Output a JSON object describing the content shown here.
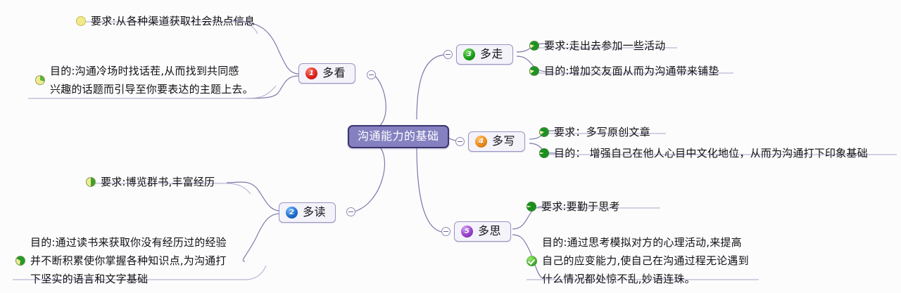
{
  "document": {
    "type": "mind-map",
    "background_color": "#fcfcfd",
    "central_fill": "#8580c0",
    "central_border": "#3c3470",
    "branch_fill": "#f4f3fa",
    "branch_border": "#9a95c4",
    "connector_color": "#7e79a8"
  },
  "central": {
    "label": "沟通能力的基础"
  },
  "branches": [
    {
      "index": "1",
      "label": "多看",
      "badge_color": "#e2241d",
      "toggle": "collapse-toggle",
      "leaves": [
        {
          "icon": "pie-yellow-icon",
          "lines": [
            "要求:从各种渠道获取社会热点信息"
          ]
        },
        {
          "icon": "pie-green-quarter-icon",
          "lines": [
            "目的:沟通冷场时找话茬,从而找到共同感",
            "兴趣的话题而引导至你要表达的主题上去。"
          ]
        }
      ]
    },
    {
      "index": "2",
      "label": "多读",
      "badge_color": "#1f6fd0",
      "toggle": "collapse-toggle",
      "leaves": [
        {
          "icon": "pie-green-half-icon",
          "lines": [
            "要求:博览群书,丰富经历"
          ]
        },
        {
          "icon": "pie-green-three-quarter-icon",
          "lines": [
            "目的:通过读书来获取你没有经历过的经验",
            "并不断积累使你掌握各种知识点,为沟通打",
            "下坚实的语言和文字基础"
          ]
        }
      ]
    },
    {
      "index": "3",
      "label": "多走",
      "badge_color": "#19a21a",
      "toggle": "collapse-toggle",
      "leaves": [
        {
          "icon": "pie-green-mostly-icon",
          "lines": [
            "要求:走出去参加一些活动"
          ]
        },
        {
          "icon": "pie-green-mostly-icon",
          "lines": [
            "目的:增加交友面从而为沟通带来铺垫"
          ]
        }
      ]
    },
    {
      "index": "4",
      "label": "多写",
      "badge_color": "#f08a1a",
      "toggle": "collapse-toggle",
      "leaves": [
        {
          "icon": "pie-green-mostly-icon",
          "lines": [
            "要求：多写原创文章"
          ]
        },
        {
          "icon": "pie-green-full-icon",
          "lines": [
            "目的： 增强自己在他人心目中文化地位，从而为沟通打下印象基础"
          ]
        }
      ]
    },
    {
      "index": "5",
      "label": "多思",
      "badge_color": "#9a41cd",
      "toggle": "collapse-toggle",
      "leaves": [
        {
          "icon": "pie-green-full-icon",
          "lines": [
            "要求:要勤于思考"
          ]
        },
        {
          "icon": "check-circle-icon",
          "lines": [
            "目的:通过思考模拟对方的心理活动,来提高",
            "自己的应变能力,使自己在沟通过程无论遇到",
            "什么情况都处惊不乱,妙语连珠。"
          ]
        }
      ]
    }
  ]
}
